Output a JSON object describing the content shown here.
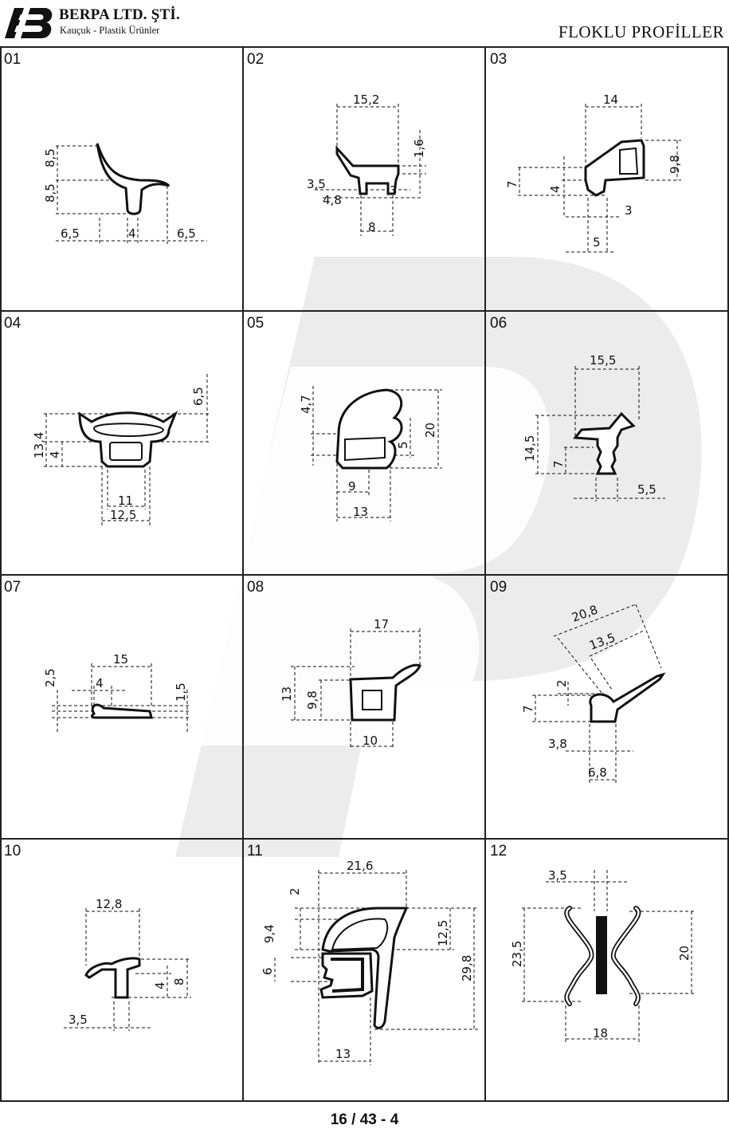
{
  "company": {
    "name": "BERPA LTD. ŞTİ.",
    "tagline": "Kauçuk - Plastik Ürünler",
    "logo_icon": "bp-logo-icon"
  },
  "page_category": "FLOKLU PROFİLLER",
  "page_number": "16 / 43 - 4",
  "profiles": [
    {
      "id": "01",
      "dims": [
        "8,5",
        "8,5",
        "6,5",
        "4",
        "6,5"
      ]
    },
    {
      "id": "02",
      "dims": [
        "15,2",
        "1,6",
        "3,5",
        "4,8",
        "3",
        "8"
      ]
    },
    {
      "id": "03",
      "dims": [
        "14",
        "9,8",
        "7",
        "4",
        "3",
        "5"
      ]
    },
    {
      "id": "04",
      "dims": [
        "6,5",
        "13,4",
        "4",
        "11",
        "12,5"
      ]
    },
    {
      "id": "05",
      "dims": [
        "4,7",
        "20",
        "5",
        "9",
        "13"
      ]
    },
    {
      "id": "06",
      "dims": [
        "15,5",
        "14,5",
        "7",
        "5,5"
      ]
    },
    {
      "id": "07",
      "dims": [
        "2,5",
        "15",
        "4",
        "1,5"
      ]
    },
    {
      "id": "08",
      "dims": [
        "17",
        "13",
        "9,8",
        "10"
      ]
    },
    {
      "id": "09",
      "dims": [
        "20,8",
        "13,5",
        "2",
        "7",
        "3,8",
        "6,8"
      ]
    },
    {
      "id": "10",
      "dims": [
        "12,8",
        "8",
        "4",
        "3,5"
      ]
    },
    {
      "id": "11",
      "dims": [
        "21,6",
        "2",
        "9,4",
        "12,5",
        "6",
        "29,8",
        "13"
      ]
    },
    {
      "id": "12",
      "dims": [
        "3,5",
        "23,5",
        "20",
        "18"
      ]
    }
  ]
}
